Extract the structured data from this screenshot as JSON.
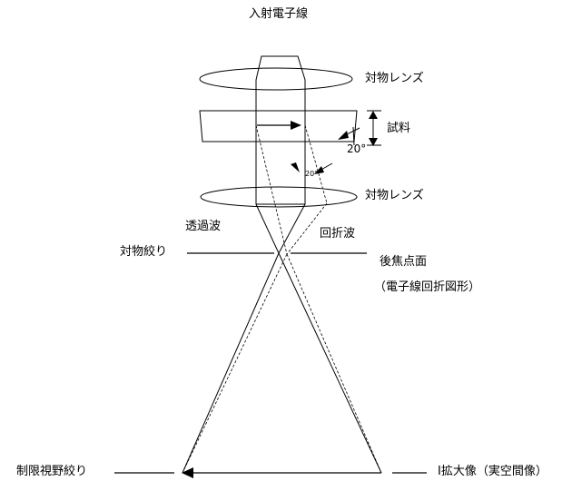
{
  "labels": {
    "incident_beam": "入射電子線",
    "objective_lens_top": "対物レンズ",
    "specimen": "試料",
    "angle_big": "20°",
    "angle_small": "20°",
    "objective_lens_bottom": "対物レンズ",
    "transmitted_wave": "透過波",
    "diffracted_wave": "回折波",
    "objective_aperture": "対物絞り",
    "back_focal_plane": "後焦点面",
    "diffraction_pattern": "（電子線回折図形）",
    "selected_area_aperture": "制限視野絞り",
    "magnified_image": "I拡大像（実空間像）"
  },
  "colors": {
    "line": "#000000",
    "background": "#ffffff"
  }
}
